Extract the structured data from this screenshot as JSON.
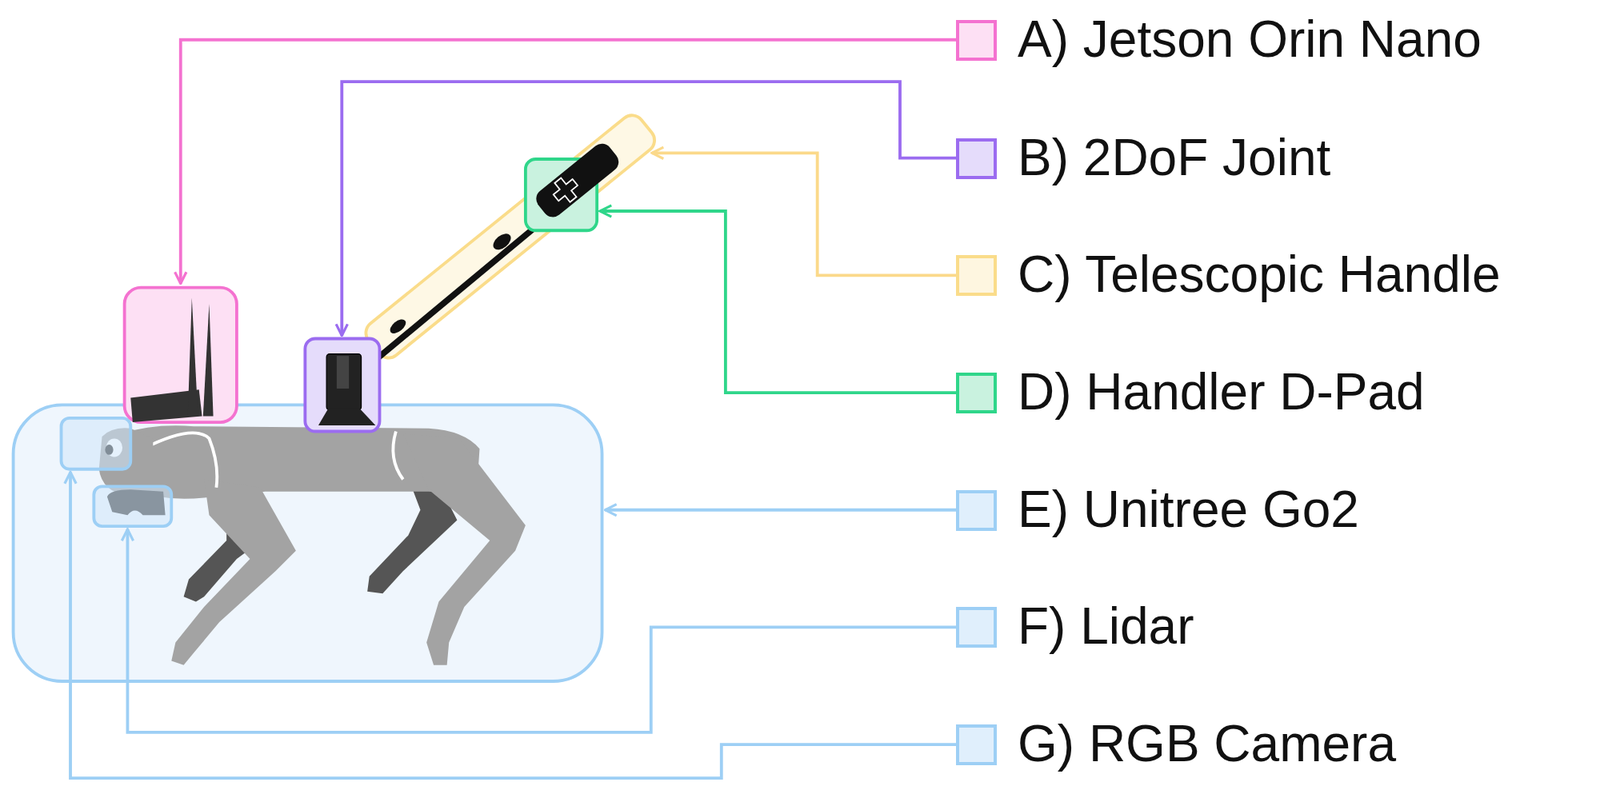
{
  "diagram": {
    "legend": [
      {
        "text": "A) Jetson Orin Nano",
        "color": "#fde0f4"
      },
      {
        "text": "B) 2DoF Joint",
        "color": "#e5dcfb"
      },
      {
        "text": "C) Telescopic Handle",
        "color": "#fef6e0"
      },
      {
        "text": "D) Handler D-Pad",
        "color": "#c9f2df"
      },
      {
        "text": "E) Unitree Go2",
        "color": "#e0effc"
      },
      {
        "text": "F) Lidar",
        "color": "#e0effc"
      },
      {
        "text": "G) RGB Camera",
        "color": "#e0effc"
      }
    ]
  }
}
